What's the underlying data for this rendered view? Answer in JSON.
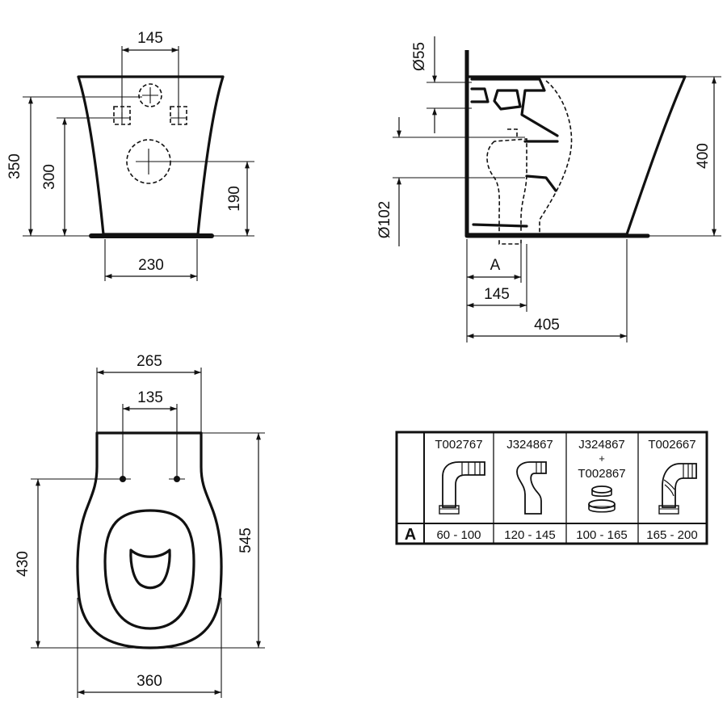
{
  "front_view": {
    "dim_top_spacing": "145",
    "dim_total_height": "350",
    "dim_fixing_height": "300",
    "dim_outlet_height": "190",
    "dim_base_width": "230"
  },
  "side_view": {
    "dim_inlet_diameter": "Ø55",
    "dim_outlet_diameter": "Ø102",
    "dim_height": "400",
    "dim_a": "A",
    "dim_outlet_offset": "145",
    "dim_depth": "405"
  },
  "top_view": {
    "dim_back_width": "265",
    "dim_fixing_spacing": "135",
    "dim_fixing_to_front": "430",
    "dim_total_depth": "545",
    "dim_bowl_width": "360"
  },
  "connector_table": {
    "row_label": "A",
    "columns": [
      {
        "code": "T002767",
        "extra_plus": "",
        "extra_code": "",
        "range": "60 - 100",
        "icon": "elbow-pan-connector-icon"
      },
      {
        "code": "J324867",
        "extra_plus": "",
        "extra_code": "",
        "range": "120 - 145",
        "icon": "offset-pan-connector-icon"
      },
      {
        "code": "J324867",
        "extra_plus": "+",
        "extra_code": "T002867",
        "range": "100 - 165",
        "icon": "seal-ring-connector-icon"
      },
      {
        "code": "T002667",
        "extra_plus": "",
        "extra_code": "",
        "range": "165 - 200",
        "icon": "flexible-elbow-connector-icon"
      }
    ]
  },
  "colors": {
    "line": "#111111",
    "background": "#ffffff"
  }
}
